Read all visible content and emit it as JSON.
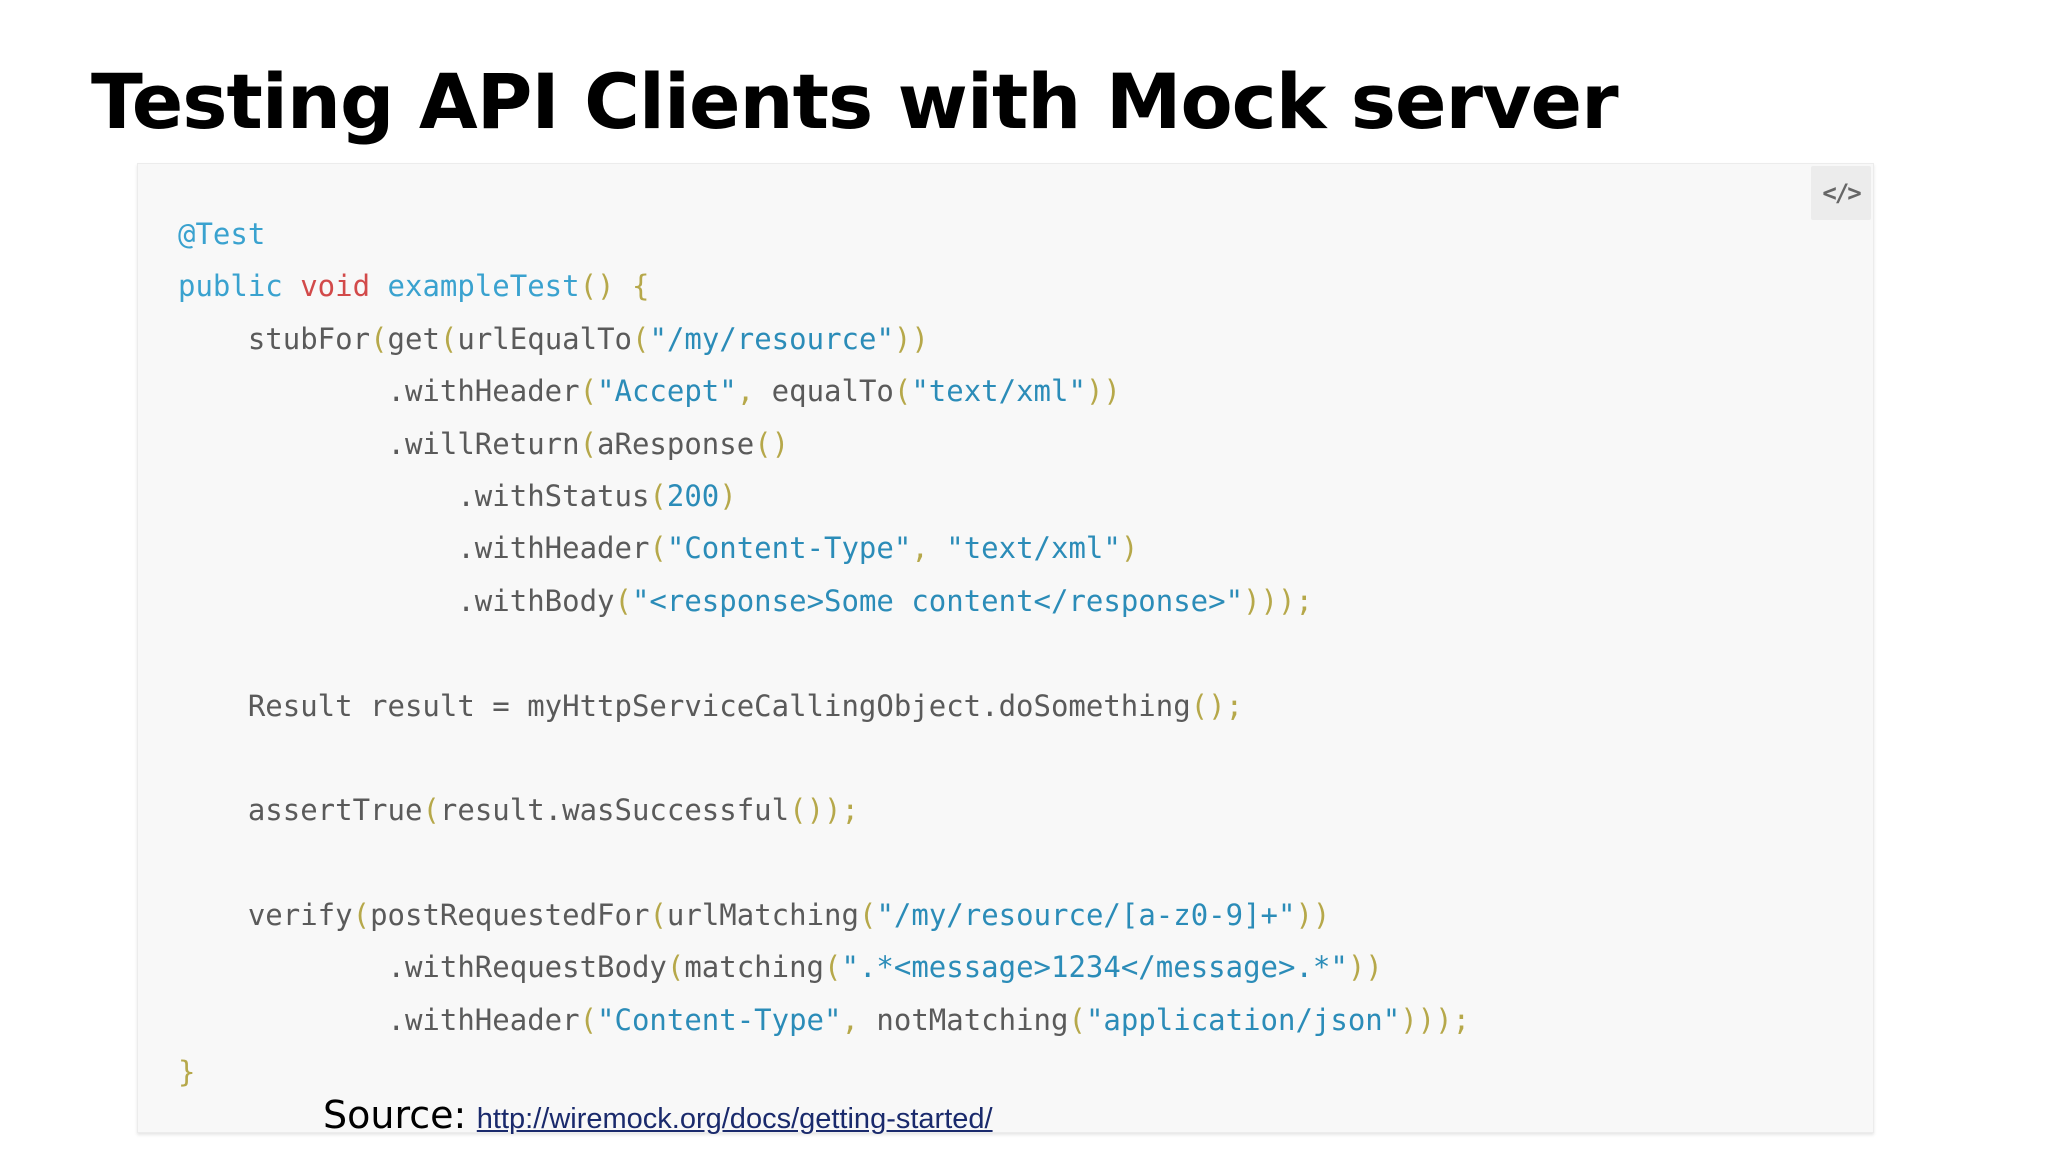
{
  "slide": {
    "title": "Testing API Clients with Mock server"
  },
  "code_panel": {
    "toggle_icon_name": "code-brackets-icon",
    "toggle_glyph": "</>",
    "lines": [
      [
        [
          "kw",
          "@Test"
        ]
      ],
      [
        [
          "kw",
          "public "
        ],
        [
          "type",
          "void "
        ],
        [
          "fn",
          "exampleTest"
        ],
        [
          "punc",
          "() {"
        ]
      ],
      [
        [
          "plain",
          "    stubFor"
        ],
        [
          "punc",
          "("
        ],
        [
          "plain",
          "get"
        ],
        [
          "punc",
          "("
        ],
        [
          "plain",
          "urlEqualTo"
        ],
        [
          "punc",
          "("
        ],
        [
          "str",
          "\"/my/resource\""
        ],
        [
          "punc",
          "))"
        ]
      ],
      [
        [
          "plain",
          "            .withHeader"
        ],
        [
          "punc",
          "("
        ],
        [
          "str",
          "\"Accept\""
        ],
        [
          "punc",
          ", "
        ],
        [
          "plain",
          "equalTo"
        ],
        [
          "punc",
          "("
        ],
        [
          "str",
          "\"text/xml\""
        ],
        [
          "punc",
          "))"
        ]
      ],
      [
        [
          "plain",
          "            .willReturn"
        ],
        [
          "punc",
          "("
        ],
        [
          "plain",
          "aResponse"
        ],
        [
          "punc",
          "()"
        ]
      ],
      [
        [
          "plain",
          "                .withStatus"
        ],
        [
          "punc",
          "("
        ],
        [
          "num",
          "200"
        ],
        [
          "punc",
          ")"
        ]
      ],
      [
        [
          "plain",
          "                .withHeader"
        ],
        [
          "punc",
          "("
        ],
        [
          "str",
          "\"Content-Type\""
        ],
        [
          "punc",
          ", "
        ],
        [
          "str",
          "\"text/xml\""
        ],
        [
          "punc",
          ")"
        ]
      ],
      [
        [
          "plain",
          "                .withBody"
        ],
        [
          "punc",
          "("
        ],
        [
          "str",
          "\"<response>Some content</response>\""
        ],
        [
          "punc",
          ")));"
        ]
      ],
      [],
      [
        [
          "plain",
          "    Result result = myHttpServiceCallingObject.doSomething"
        ],
        [
          "punc",
          "();"
        ]
      ],
      [],
      [
        [
          "plain",
          "    assertTrue"
        ],
        [
          "punc",
          "("
        ],
        [
          "plain",
          "result.wasSuccessful"
        ],
        [
          "punc",
          "());"
        ]
      ],
      [],
      [
        [
          "plain",
          "    verify"
        ],
        [
          "punc",
          "("
        ],
        [
          "plain",
          "postRequestedFor"
        ],
        [
          "punc",
          "("
        ],
        [
          "plain",
          "urlMatching"
        ],
        [
          "punc",
          "("
        ],
        [
          "str",
          "\"/my/resource/[a-z0-9]+\""
        ],
        [
          "punc",
          "))"
        ]
      ],
      [
        [
          "plain",
          "            .withRequestBody"
        ],
        [
          "punc",
          "("
        ],
        [
          "plain",
          "matching"
        ],
        [
          "punc",
          "("
        ],
        [
          "str",
          "\".*<message>1234</message>.*\""
        ],
        [
          "punc",
          "))"
        ]
      ],
      [
        [
          "plain",
          "            .withHeader"
        ],
        [
          "punc",
          "("
        ],
        [
          "str",
          "\"Content-Type\""
        ],
        [
          "punc",
          ", "
        ],
        [
          "plain",
          "notMatching"
        ],
        [
          "punc",
          "("
        ],
        [
          "str",
          "\"application/json\""
        ],
        [
          "punc",
          ")));"
        ]
      ],
      [
        [
          "punc",
          "}"
        ]
      ]
    ]
  },
  "source": {
    "label": "Source:",
    "link_text": "http://wiremock.org/docs/getting-started/"
  }
}
